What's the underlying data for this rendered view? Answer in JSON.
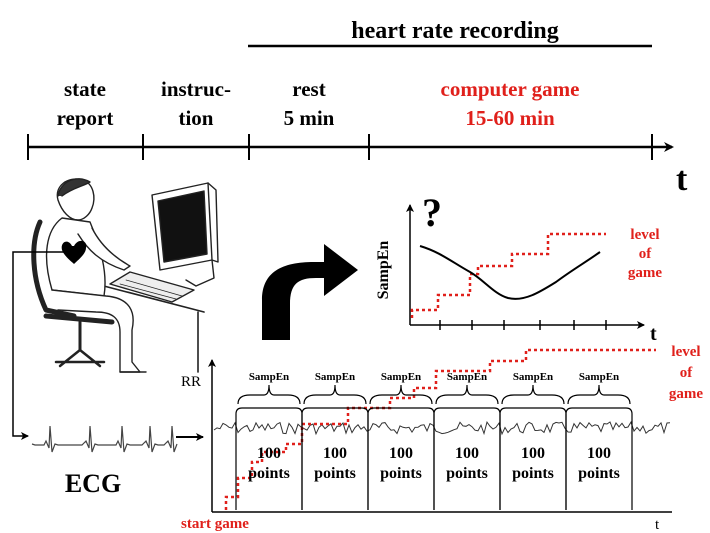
{
  "colors": {
    "ink": "#000000",
    "accent": "#e0201b"
  },
  "timeline": {
    "recording_label": "heart rate recording",
    "axis_label": "t",
    "phases": [
      {
        "line1": "state",
        "line2": "report",
        "color": "ink"
      },
      {
        "line1": "instruc-",
        "line2": "tion",
        "color": "ink"
      },
      {
        "line1": "rest",
        "line2": "5 min",
        "color": "ink"
      },
      {
        "line1": "computer game",
        "line2": "15-60 min",
        "color": "accent"
      }
    ]
  },
  "illustration": {
    "subject": "person seated at computer",
    "icons": [
      "person-at-computer-icon",
      "heart-icon"
    ]
  },
  "ecg": {
    "label": "ECG"
  },
  "hypothesis": {
    "question": "?",
    "y_label": "SampEn",
    "x_label": "t",
    "level_line1": "level",
    "level_line2": "of",
    "level_line3": "game"
  },
  "rr_panel": {
    "y_label": "RR",
    "x_label": "t",
    "level_line1": "level",
    "level_line2": "of",
    "level_line3": "game",
    "start_label": "start game",
    "windows": [
      {
        "sampen": "SampEn",
        "line1": "100",
        "line2": "points"
      },
      {
        "sampen": "SampEn",
        "line1": "100",
        "line2": "points"
      },
      {
        "sampen": "SampEn",
        "line1": "100",
        "line2": "points"
      },
      {
        "sampen": "SampEn",
        "line1": "100",
        "line2": "points"
      },
      {
        "sampen": "SampEn",
        "line1": "100",
        "line2": "points"
      },
      {
        "sampen": "SampEn",
        "line1": "100",
        "line2": "points"
      }
    ]
  }
}
